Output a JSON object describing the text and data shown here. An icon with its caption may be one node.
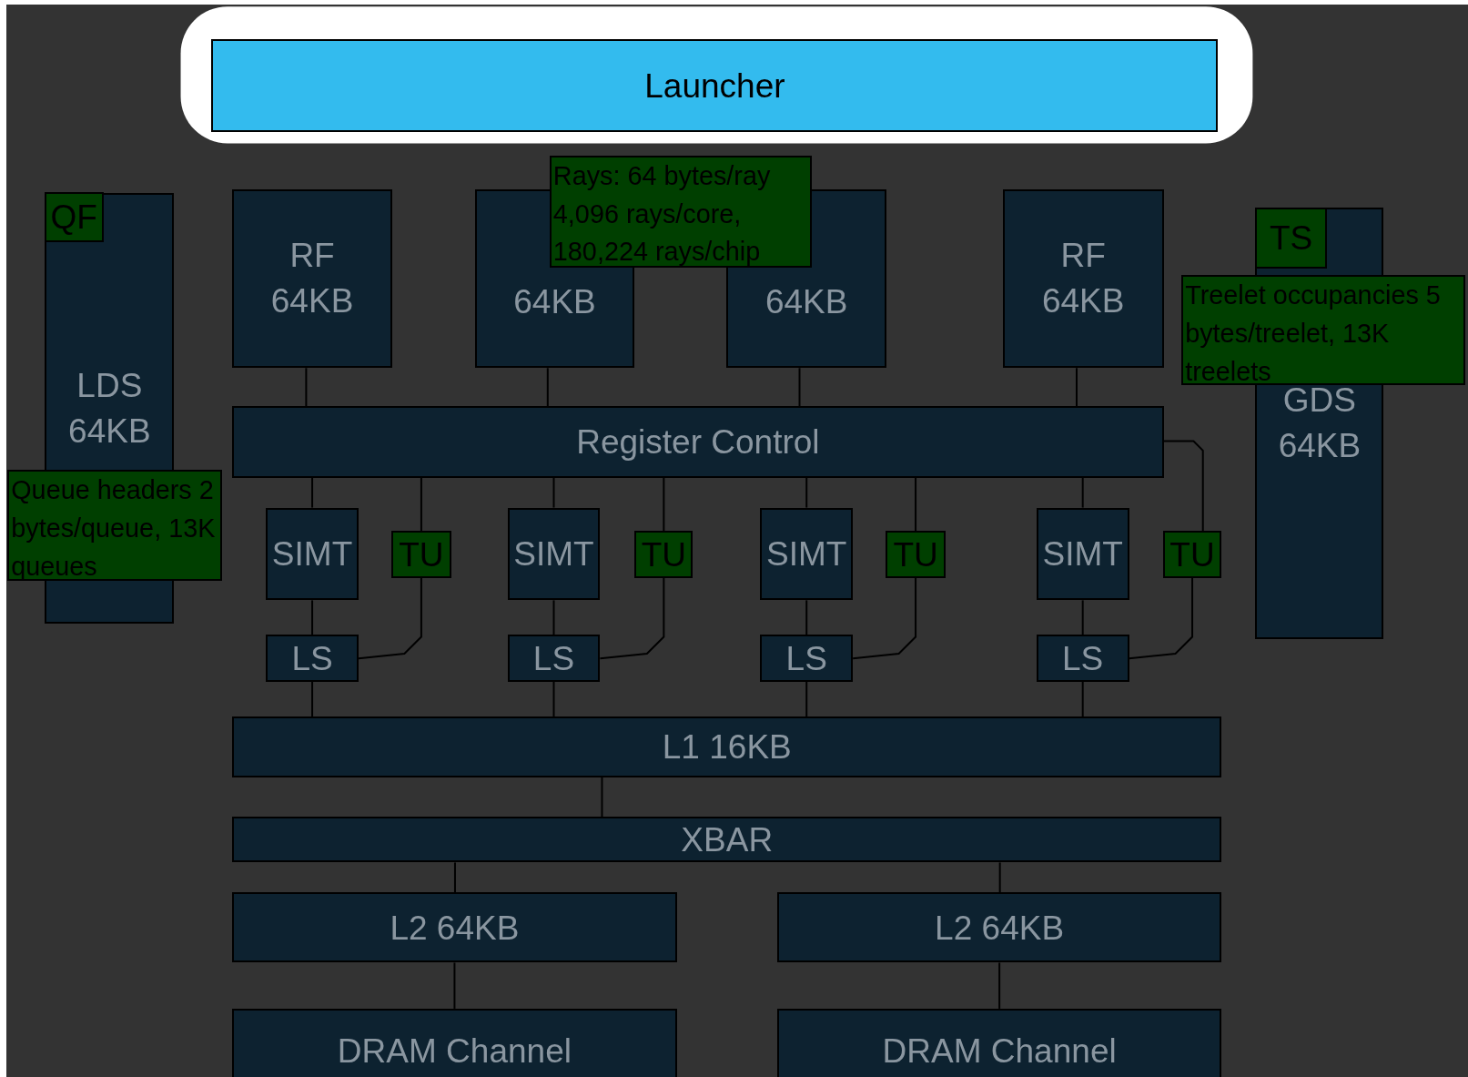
{
  "diagram": {
    "nodes": [
      {
        "text": [
          "Launcher"
        ]
      },
      {
        "text": [
          "LDS 64KB"
        ]
      },
      {
        "text": [
          "QF"
        ],
        "in": 1
      },
      {
        "text": [
          "Queue headers 2 bytes/queue, 13K queues"
        ]
      },
      {
        "text": [
          "RF 64KB"
        ]
      },
      {
        "text": [
          "64KB"
        ]
      },
      {
        "text": [
          "64KB"
        ]
      },
      {
        "text": [
          "RF 64KB"
        ]
      },
      {
        "text": [
          "Rays: 64 bytes/ray 4,096 rays/core, 180,224 rays/chip"
        ]
      },
      {
        "text": [
          "GDS 64KB"
        ]
      },
      {
        "text": [
          "TS"
        ],
        "in": 9
      },
      {
        "text": [
          "Treelet occupancies 5 bytes/treelet, 13K treelets"
        ]
      },
      {
        "text": [
          "Register Control"
        ]
      },
      {
        "text": [
          "SIMT"
        ]
      },
      {
        "text": [
          "TU"
        ]
      },
      {
        "text": [
          "SIMT"
        ]
      },
      {
        "text": [
          "TU"
        ]
      },
      {
        "text": [
          "SIMT"
        ]
      },
      {
        "text": [
          "TU"
        ]
      },
      {
        "text": [
          "SIMT"
        ]
      },
      {
        "text": [
          "TU"
        ]
      },
      {
        "text": [
          "LS"
        ]
      },
      {
        "text": [
          "LS"
        ]
      },
      {
        "text": [
          "LS"
        ]
      },
      {
        "text": [
          "LS"
        ]
      },
      {
        "text": [
          "L1 16KB"
        ]
      },
      {
        "text": [
          "XBAR"
        ]
      },
      {
        "text": [
          "L2 64KB"
        ]
      },
      {
        "text": [
          "L2 64KB"
        ]
      },
      {
        "text": [
          "DRAM Channel"
        ]
      },
      {
        "text": [
          "DRAM Channel"
        ]
      }
    ],
    "edges": [
      {
        "from": 4,
        "to": 12,
        "arrow": "none"
      },
      {
        "from": 5,
        "to": 12,
        "arrow": "none"
      },
      {
        "from": 6,
        "to": 12,
        "arrow": "none"
      },
      {
        "from": 7,
        "to": 12,
        "arrow": "none"
      },
      {
        "from": 12,
        "to": 13,
        "arrow": "none"
      },
      {
        "from": 12,
        "to": 14,
        "arrow": "none"
      },
      {
        "from": 12,
        "to": 15,
        "arrow": "none"
      },
      {
        "from": 12,
        "to": 16,
        "arrow": "none"
      },
      {
        "from": 12,
        "to": 17,
        "arrow": "none"
      },
      {
        "from": 12,
        "to": 18,
        "arrow": "none"
      },
      {
        "from": 12,
        "to": 19,
        "arrow": "none"
      },
      {
        "from": 12,
        "to": 20,
        "arrow": "none"
      },
      {
        "from": 13,
        "to": 21,
        "arrow": "none"
      },
      {
        "from": 14,
        "to": 21,
        "arrow": "none"
      },
      {
        "from": 15,
        "to": 22,
        "arrow": "none"
      },
      {
        "from": 16,
        "to": 22,
        "arrow": "none"
      },
      {
        "from": 17,
        "to": 23,
        "arrow": "none"
      },
      {
        "from": 18,
        "to": 23,
        "arrow": "none"
      },
      {
        "from": 19,
        "to": 24,
        "arrow": "none"
      },
      {
        "from": 20,
        "to": 24,
        "arrow": "none"
      },
      {
        "from": 21,
        "to": 25,
        "arrow": "none"
      },
      {
        "from": 22,
        "to": 25,
        "arrow": "none"
      },
      {
        "from": 23,
        "to": 25,
        "arrow": "none"
      },
      {
        "from": 24,
        "to": 25,
        "arrow": "none"
      },
      {
        "from": 25,
        "to": 26,
        "arrow": "none"
      },
      {
        "from": 26,
        "to": 27,
        "arrow": "none"
      },
      {
        "from": 26,
        "to": 28,
        "arrow": "none"
      },
      {
        "from": 27,
        "to": 29,
        "arrow": "none"
      },
      {
        "from": 28,
        "to": 30,
        "arrow": "none"
      }
    ]
  }
}
